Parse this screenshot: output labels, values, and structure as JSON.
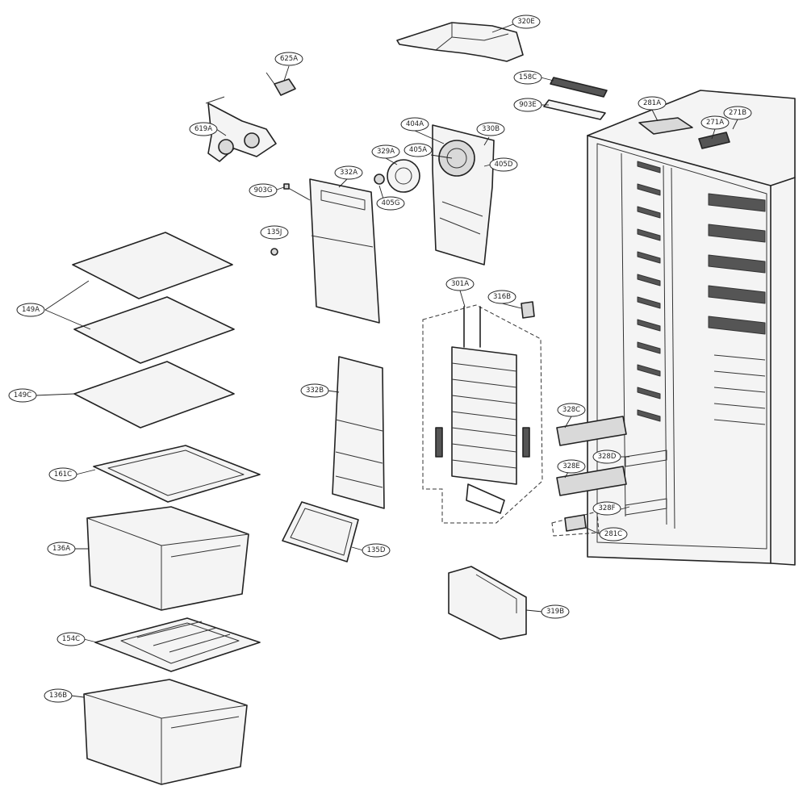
{
  "callouts": [
    {
      "id": "320E",
      "label": "320E"
    },
    {
      "id": "625A",
      "label": "625A"
    },
    {
      "id": "158C",
      "label": "158C"
    },
    {
      "id": "903E",
      "label": "903E"
    },
    {
      "id": "281A",
      "label": "281A"
    },
    {
      "id": "271B",
      "label": "271B"
    },
    {
      "id": "271A",
      "label": "271A"
    },
    {
      "id": "619A",
      "label": "619A"
    },
    {
      "id": "404A",
      "label": "404A"
    },
    {
      "id": "330B",
      "label": "330B"
    },
    {
      "id": "405A",
      "label": "405A"
    },
    {
      "id": "329A",
      "label": "329A"
    },
    {
      "id": "405D",
      "label": "405D"
    },
    {
      "id": "332A",
      "label": "332A"
    },
    {
      "id": "903G",
      "label": "903G"
    },
    {
      "id": "405G",
      "label": "405G"
    },
    {
      "id": "135J",
      "label": "135J"
    },
    {
      "id": "301A",
      "label": "301A"
    },
    {
      "id": "316B",
      "label": "316B"
    },
    {
      "id": "149A",
      "label": "149A"
    },
    {
      "id": "149C",
      "label": "149C"
    },
    {
      "id": "332B",
      "label": "332B"
    },
    {
      "id": "328C",
      "label": "328C"
    },
    {
      "id": "328D",
      "label": "328D"
    },
    {
      "id": "328E",
      "label": "328E"
    },
    {
      "id": "328F",
      "label": "328F"
    },
    {
      "id": "281C",
      "label": "281C"
    },
    {
      "id": "161C",
      "label": "161C"
    },
    {
      "id": "135D",
      "label": "135D"
    },
    {
      "id": "136A",
      "label": "136A"
    },
    {
      "id": "319B",
      "label": "319B"
    },
    {
      "id": "154C",
      "label": "154C"
    },
    {
      "id": "136B",
      "label": "136B"
    }
  ]
}
